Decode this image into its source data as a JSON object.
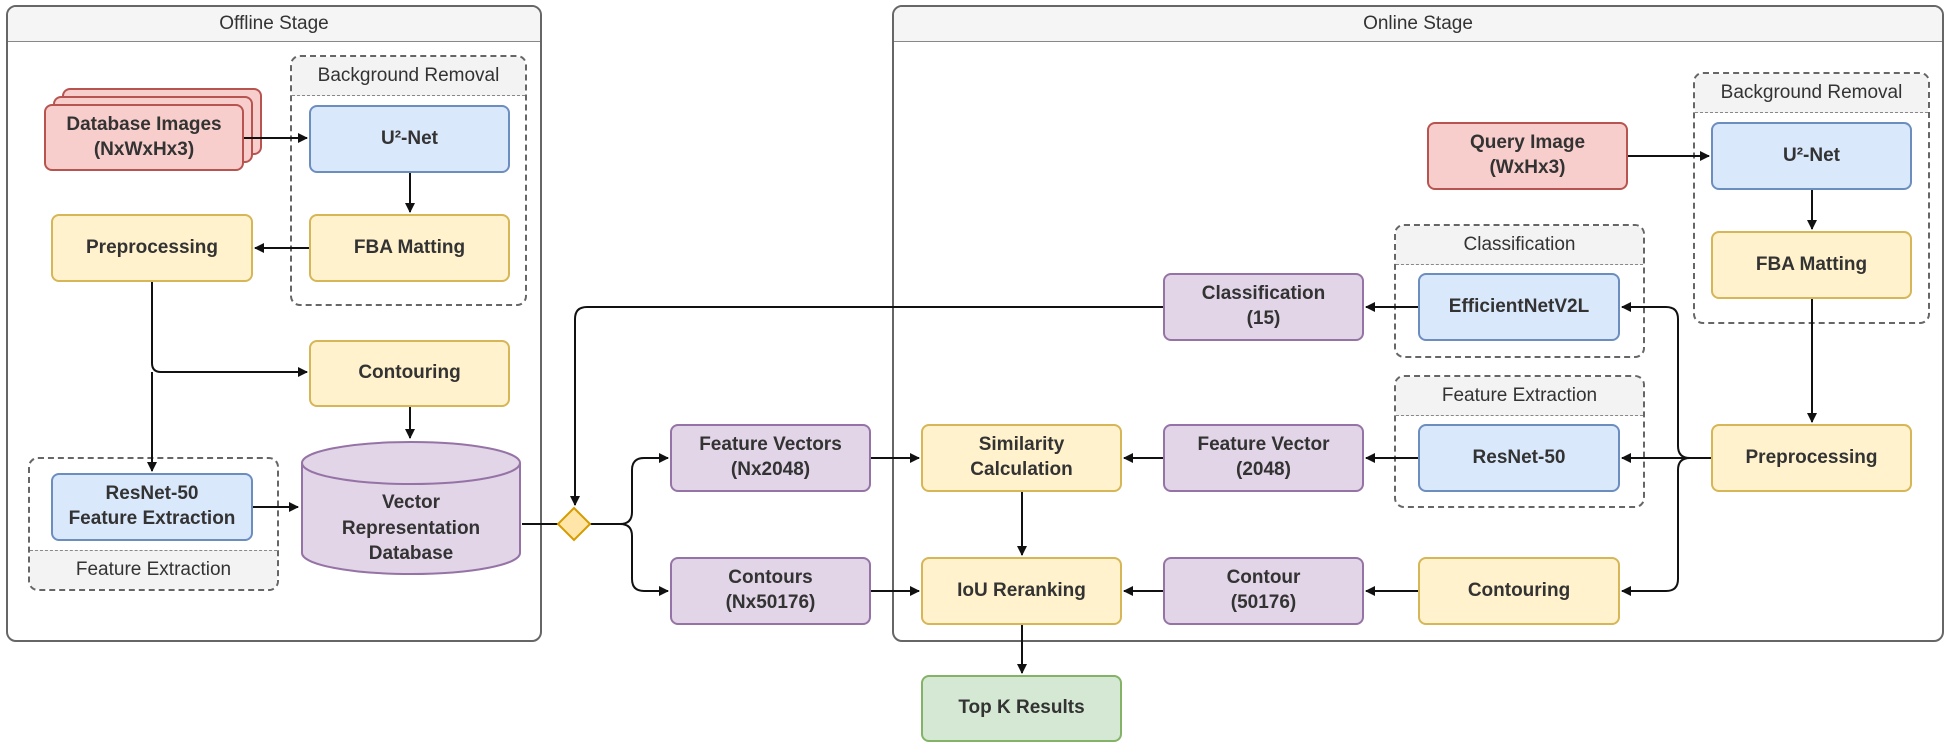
{
  "offline": {
    "title": "Offline Stage",
    "background_removal": {
      "title": "Background Removal",
      "unet": "U²-Net",
      "fba": "FBA Matting"
    },
    "database_images": {
      "line1": "Database Images",
      "line2": "(NxWxHx3)"
    },
    "preprocessing": "Preprocessing",
    "contouring": "Contouring",
    "feature_extraction": {
      "title": "Feature Extraction",
      "line1": "ResNet-50",
      "line2": "Feature Extraction"
    },
    "vector_db": {
      "line1": "Vector",
      "line2": "Representation",
      "line3": "Database"
    }
  },
  "middle": {
    "feature_vectors": {
      "line1": "Feature Vectors",
      "line2": "(Nx2048)"
    },
    "contours": {
      "line1": "Contours",
      "line2": "(Nx50176)"
    },
    "similarity": {
      "line1": "Similarity",
      "line2": "Calculation"
    },
    "iou": "IoU Reranking",
    "topk": "Top K Results"
  },
  "online": {
    "title": "Online Stage",
    "query_image": {
      "line1": "Query Image",
      "line2": "(WxHx3)"
    },
    "background_removal": {
      "title": "Background Removal",
      "unet": "U²-Net",
      "fba": "FBA Matting"
    },
    "classification_group": {
      "title": "Classification",
      "model": "EfficientNetV2L"
    },
    "classification_out": {
      "line1": "Classification",
      "line2": "(15)"
    },
    "feature_group": {
      "title": "Feature Extraction",
      "model": "ResNet-50"
    },
    "feature_vector": {
      "line1": "Feature Vector",
      "line2": "(2048)"
    },
    "preprocessing": "Preprocessing",
    "contouring": "Contouring",
    "contour": {
      "line1": "Contour",
      "line2": "(50176)"
    }
  },
  "colors": {
    "blue_fill": "#dae8fc",
    "blue_stroke": "#6c8ebf",
    "yellow_fill": "#fff2cc",
    "yellow_stroke": "#d6b656",
    "purple_fill": "#e1d5e7",
    "purple_stroke": "#9673a6",
    "red_fill": "#f8cecc",
    "red_stroke": "#b85450",
    "green_fill": "#d5e8d4",
    "green_stroke": "#82b366",
    "diamond_fill": "#ffe6a8",
    "diamond_stroke": "#d79b00"
  }
}
